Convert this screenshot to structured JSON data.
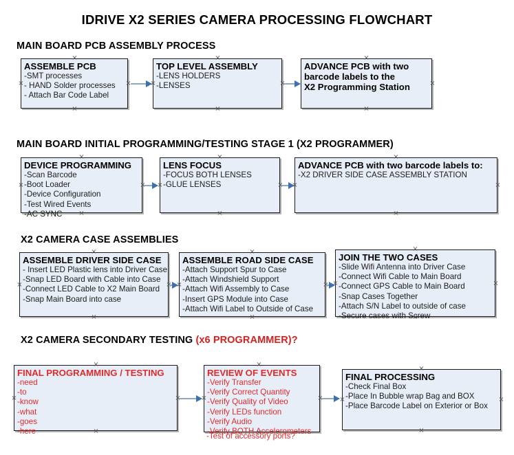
{
  "document": {
    "title": "IDRIVE X2  SERIES CAMERA PROCESSING FLOWCHART"
  },
  "sections": [
    {
      "id": "main-board-pcb-assembly",
      "heading": "MAIN BOARD PCB ASSEMBLY PROCESS",
      "heading_accent": "",
      "boxes": [
        {
          "id": "assemble-pcb",
          "title": "ASSEMBLE PCB",
          "lines": [
            "-SMT processes",
            "- HAND Solder processes",
            "- Attach Bar Code Label"
          ],
          "color": "black"
        },
        {
          "id": "top-level-assembly",
          "title": "TOP LEVEL ASSEMBLY",
          "lines": [
            "-LENS HOLDERS",
            "-LENSES"
          ],
          "color": "black"
        },
        {
          "id": "advance-pcb-programming-station",
          "title": "ADVANCE PCB with two",
          "lines": [
            "barcode labels to the",
            " X2 Programming Station"
          ],
          "color": "black"
        }
      ]
    },
    {
      "id": "main-board-initial-programming",
      "heading": "MAIN BOARD INITIAL PROGRAMMING/TESTING STAGE 1 (X2 PROGRAMMER)",
      "heading_accent": "",
      "boxes": [
        {
          "id": "device-programming",
          "title": "DEVICE PROGRAMMING",
          "lines": [
            "-Scan Barcode",
            "-Boot Loader",
            "-Device Configuration",
            "-Test Wired Events",
            "-AC SYNC"
          ],
          "color": "black"
        },
        {
          "id": "lens-focus",
          "title": "LENS FOCUS",
          "lines": [
            "-FOCUS BOTH LENSES",
            "-GLUE LENSES"
          ],
          "color": "black"
        },
        {
          "id": "advance-pcb-driver-side-case",
          "title": "ADVANCE PCB with two barcode labels to:",
          "lines": [
            "-X2 DRIVER  SIDE  CASE  ASSEMBLY STATION"
          ],
          "color": "black"
        }
      ]
    },
    {
      "id": "x2-camera-case-assemblies",
      "heading": "X2 CAMERA CASE ASSEMBLIES",
      "heading_accent": "",
      "boxes": [
        {
          "id": "assemble-driver-side-case",
          "title": "ASSEMBLE DRIVER SIDE CASE",
          "lines": [
            "- Insert LED Plastic lens into Driver Case",
            "-Snap LED Board with Cable into Case",
            "-Connect LED Cable to X2 Main Board",
            "-Snap Main Board into case"
          ],
          "color": "black"
        },
        {
          "id": "assemble-road-side-case",
          "title": "ASSEMBLE ROAD SIDE CASE",
          "lines": [
            "-Attach Support Spur to Case",
            "-Attach Windshield Support",
            "-Attach Wifi Assembly to Case",
            "-Insert GPS Module into Case",
            "-Attach Wifi Label to Outside of Case"
          ],
          "color": "black"
        },
        {
          "id": "join-the-two-cases",
          "title": "JOIN THE TWO CASES",
          "lines": [
            "-Slide Wifi Antenna into Driver Case",
            "-Connect Wifi Cable to Main Board",
            "-Connect GPS Cable to Main Board",
            "-Snap Cases Together",
            "-Attach S/N Label to outside of case",
            "-Secure cases with Screw"
          ],
          "color": "black"
        }
      ]
    },
    {
      "id": "x2-camera-secondary-testing",
      "heading": "X2 CAMERA SECONDARY TESTING ",
      "heading_accent": "(x6 PROGRAMMER)?",
      "boxes": [
        {
          "id": "final-programming-testing",
          "title": "FINAL PROGRAMMING / TESTING",
          "lines": [
            "-need",
            "-to",
            "-know",
            "-what",
            "-goes",
            "-here"
          ],
          "color": "red"
        },
        {
          "id": "review-of-events",
          "title": "REVIEW OF EVENTS",
          "lines": [
            "-Verify Transfer",
            "-Verify Correct Quantity",
            "-Verify Quality of Video",
            "-Verify LEDs function",
            "-Verify Audio",
            "-Verify BOTH Accelerometers"
          ],
          "overflow_line": "-Test of accessory ports?",
          "color": "red"
        },
        {
          "id": "final-processing",
          "title": "FINAL PROCESSING",
          "lines": [
            " -Check Final Box",
            "-Place In Bubble wrap Bag and BOX",
            "-Place Barcode Label on Exterior or Box"
          ],
          "color": "black"
        }
      ]
    }
  ],
  "colors": {
    "box_fill": "#e8eef7",
    "box_border": "#1a1a1a",
    "connector": "#8fa9c4",
    "arrow": "#3f6fae",
    "accent_red": "#e02b2b",
    "text": "#000000"
  }
}
